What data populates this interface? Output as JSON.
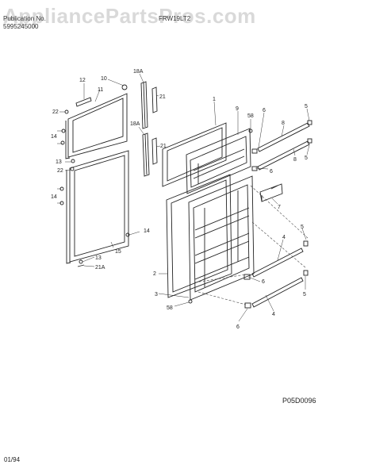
{
  "header": {
    "publication_label": "Publication No.",
    "publication_number": "5995245000",
    "model": "FRW19LT2"
  },
  "watermark": "AppliancePartsPros.com",
  "drawing_code": "P05D0096",
  "date": "01/94",
  "callouts": {
    "c12": "12",
    "c10": "10",
    "c11": "11",
    "c18a_top": "18A",
    "c21_top": "21",
    "c22_top": "22",
    "c14_a": "14",
    "c18a_mid": "18A",
    "c21_mid": "21",
    "c13_top": "13",
    "c22_mid": "22",
    "c14_b": "14",
    "c14_c": "14",
    "c15": "15",
    "c13_bot": "13",
    "c21a": "21A",
    "c1": "1",
    "c9": "9",
    "c58_top": "58",
    "c6_a": "6",
    "c8_a": "8",
    "c5_a": "5",
    "c5_b": "5",
    "c8_b": "8",
    "c6_b": "6",
    "c7": "7",
    "c5_c": "5",
    "c4_a": "4",
    "c2": "2",
    "c6_c": "6",
    "c5_d": "5",
    "c3": "3",
    "c58_bot": "58",
    "c4_b": "4",
    "c6_d": "6"
  }
}
